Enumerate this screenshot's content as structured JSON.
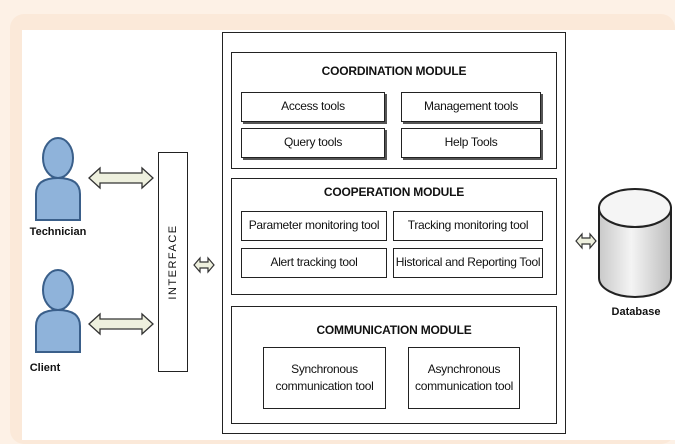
{
  "actors": [
    {
      "id": "technician",
      "label": "Technician"
    },
    {
      "id": "client",
      "label": "Client"
    }
  ],
  "interface_label": "INTERFACE",
  "database_label": "Database",
  "modules": {
    "coordination": {
      "title": "COORDINATION MODULE",
      "tools": [
        "Access tools",
        "Management tools",
        "Query tools",
        "Help Tools"
      ]
    },
    "cooperation": {
      "title": "COOPERATION MODULE",
      "tools": [
        "Parameter monitoring tool",
        "Tracking monitoring tool",
        "Alert tracking tool",
        "Historical and Reporting Tool"
      ]
    },
    "communication": {
      "title": "COMMUNICATION MODULE",
      "tools": [
        "Synchronous communication tool",
        "Asynchronous communication tool"
      ]
    }
  },
  "colors": {
    "actor_fill": "#8fb3da",
    "actor_stroke": "#3a5f8a",
    "arrow_fill": "#eef0de",
    "background": "#fdf1e6"
  }
}
